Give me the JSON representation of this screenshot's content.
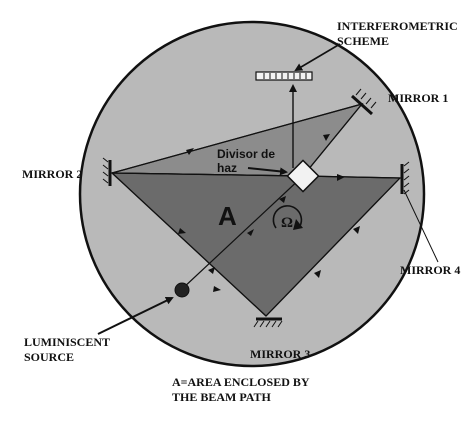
{
  "labels": {
    "interferometric_line1": "INTERFEROMETRIC",
    "interferometric_line2": "SCHEME",
    "mirror1": "MIRROR 1",
    "mirror2": "MIRROR 2",
    "mirror3": "MIRROR 3",
    "mirror4": "MIRROR 4",
    "divisor_line1": "Divisor de",
    "divisor_line2": "haz",
    "area_symbol": "A",
    "rotation_symbol": "Ω",
    "source_line1": "LUMINISCENT",
    "source_line2": "SOURCE",
    "caption_line1": "A=AREA ENCLOSED BY",
    "caption_line2": "THE BEAM PATH"
  },
  "colors": {
    "disc_fill": "#b9b9b9",
    "beam_area_fill": "#6b6b6b",
    "upper_triangle_fill": "#8c8c8c",
    "outline": "#111111",
    "splitter_fill": "#f2f2f2",
    "source_fill": "#222222"
  },
  "icons": {
    "rotation": "rotation-arrow-icon",
    "beam_splitter": "beam-splitter-icon",
    "light_source": "light-source-icon",
    "mirror": "hatched-mirror-icon",
    "detector": "detector-screen-icon"
  }
}
